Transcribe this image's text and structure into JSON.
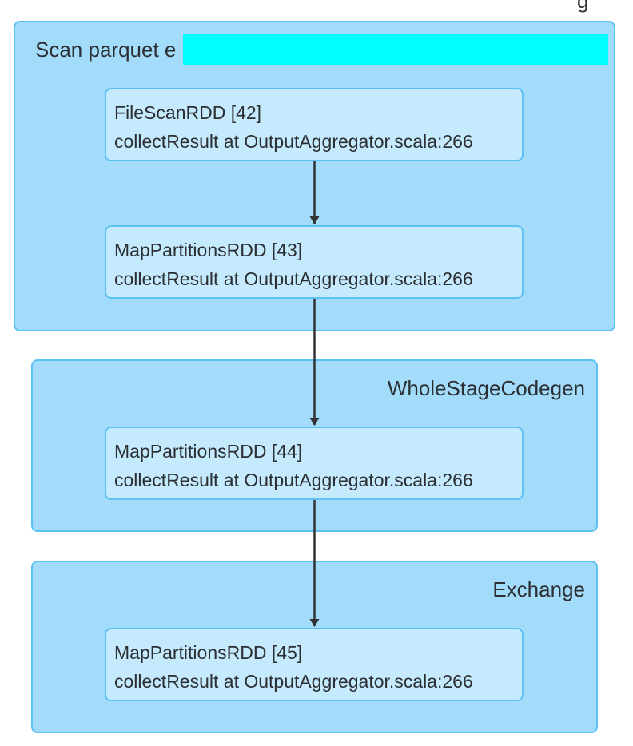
{
  "top_fragment": "g",
  "clusters": [
    {
      "label": "Scan parquet e",
      "nodes": [
        {
          "name": "FileScanRDD [42]",
          "callsite": "collectResult at OutputAggregator.scala:266"
        },
        {
          "name": "MapPartitionsRDD [43]",
          "callsite": "collectResult at OutputAggregator.scala:266"
        }
      ]
    },
    {
      "label": "WholeStageCodegen",
      "nodes": [
        {
          "name": "MapPartitionsRDD [44]",
          "callsite": "collectResult at OutputAggregator.scala:266"
        }
      ]
    },
    {
      "label": "Exchange",
      "nodes": [
        {
          "name": "MapPartitionsRDD [45]",
          "callsite": "collectResult at OutputAggregator.scala:266"
        }
      ]
    }
  ],
  "colors": {
    "cluster_fill": "#a3dcfa",
    "node_fill": "#c5eafd",
    "border": "#5cc1f3",
    "edge": "#333333",
    "redaction": "#00ffff"
  }
}
